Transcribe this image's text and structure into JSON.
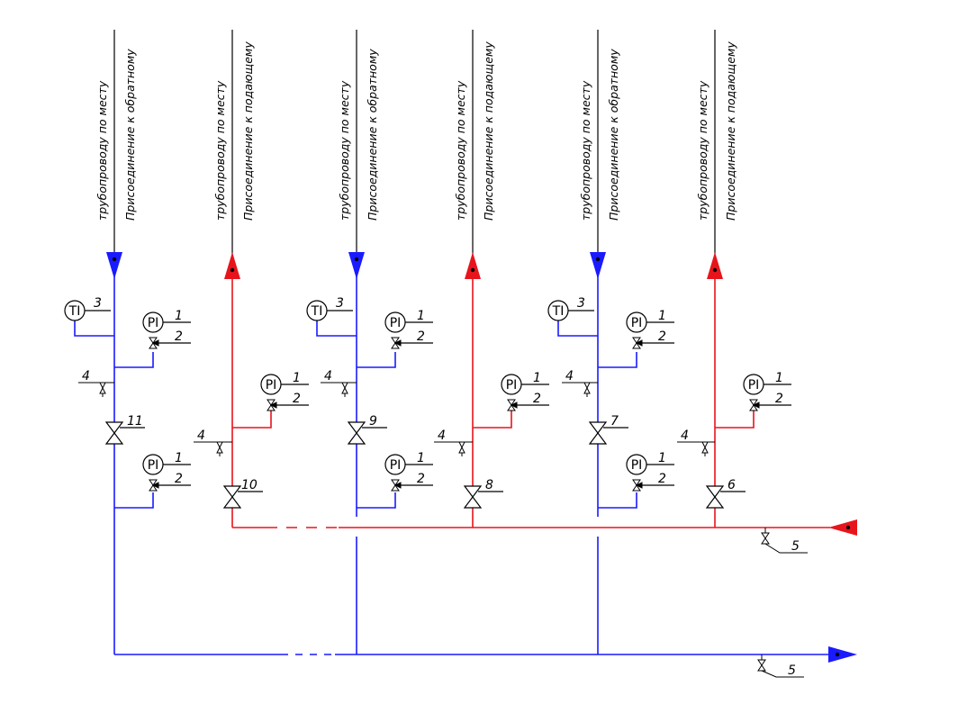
{
  "colors": {
    "supply": "#e8141c",
    "return": "#1a1aff",
    "ink": "#000000"
  },
  "branches": [
    {
      "id": "b1",
      "label_main": "Присоединение к обратному",
      "label_sub": "трубопроводу по месту",
      "kind": "return"
    },
    {
      "id": "b2",
      "label_main": "Присоединение к подающему",
      "label_sub": "трубопроводу по месту",
      "kind": "supply"
    },
    {
      "id": "b3",
      "label_main": "Присоединение к обратному",
      "label_sub": "трубопроводу по месту",
      "kind": "return"
    },
    {
      "id": "b4",
      "label_main": "Присоединение к подающему",
      "label_sub": "трубопроводу по месту",
      "kind": "supply"
    },
    {
      "id": "b5",
      "label_main": "Присоединение к обратному",
      "label_sub": "трубопроводу по месту",
      "kind": "return"
    },
    {
      "id": "b6",
      "label_main": "Присоединение к подающему",
      "label_sub": "трубопроводу по месту",
      "kind": "supply"
    }
  ],
  "instruments": {
    "temperature": "TI",
    "pressure": "PI"
  },
  "positions": {
    "p1": "1",
    "p2": "2",
    "p3": "3",
    "p4": "4",
    "p5": "5",
    "p6": "6",
    "p7": "7",
    "p8": "8",
    "p9": "9",
    "p10": "10",
    "p11": "11"
  }
}
